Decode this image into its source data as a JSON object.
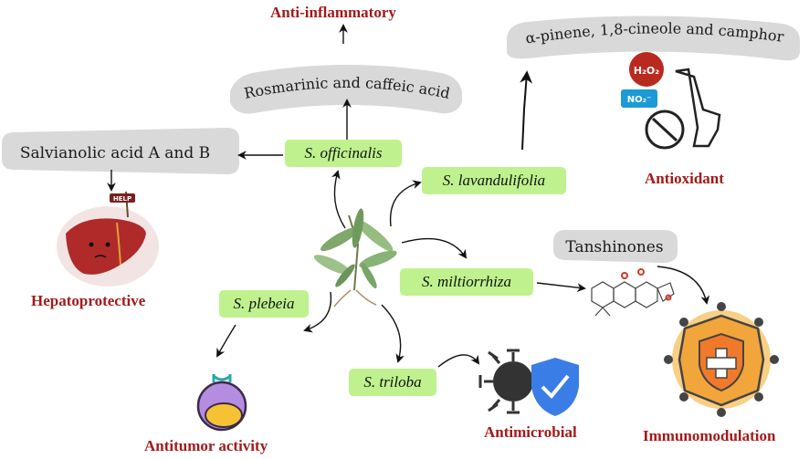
{
  "species": {
    "officinalis": "S. officinalis",
    "lavandulifolia": "S. lavandulifolia",
    "miltiorrhiza": "S. miltiorrhiza",
    "plebeia": "S. plebeia",
    "triloba": "S. triloba"
  },
  "compounds": {
    "salvianolic": "Salvianolic acid A and B",
    "rosmarinic": "Rosmarinic and caffeic acid",
    "pinene": "α-pinene, 1,8-cineole and camphor",
    "tanshinones": "Tanshinones"
  },
  "effects": {
    "anti_inflammatory": "Anti-inflammatory",
    "antioxidant": "Antioxidant",
    "hepatoprotective": "Hepatoprotective",
    "antitumor": "Antitumor activity",
    "antimicrobial": "Antimicrobial",
    "immunomodulation": "Immunomodulation"
  },
  "icon_labels": {
    "h2o2": "H₂O₂",
    "no2": "NO₂⁻",
    "help": "HELP"
  },
  "colors": {
    "species_box": "#bff28e",
    "effect_text": "#a31a1a",
    "banner": "#d9d9d9"
  }
}
